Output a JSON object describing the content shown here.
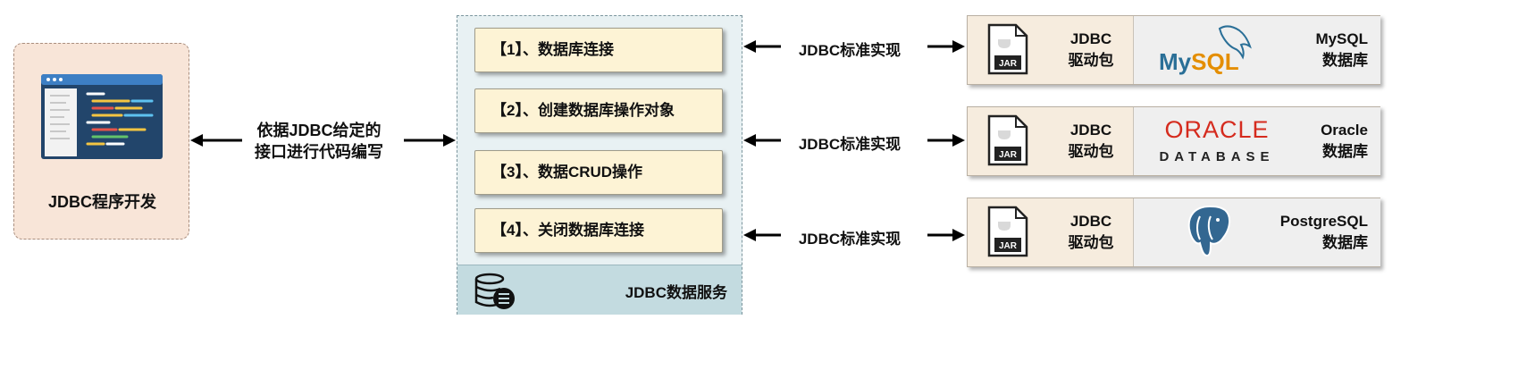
{
  "dev": {
    "label": "JDBC程序开发",
    "arrow_text_line1": "依据JDBC给定的",
    "arrow_text_line2": "接口进行代码编写"
  },
  "service": {
    "steps": [
      "【1】、数据库连接",
      "【2】、创建数据库操作对象",
      "【3】、数据CRUD操作",
      "【4】、关闭数据库连接"
    ],
    "label": "JDBC数据服务"
  },
  "implementations": [
    {
      "impl_label": "JDBC标准实现",
      "driver_line1": "JDBC",
      "driver_line2": "驱动包",
      "jar_text": "JAR",
      "db_line1": "MySQL",
      "db_line2": "数据库",
      "logo": "mysql-logo",
      "logo_text": "MySQL"
    },
    {
      "impl_label": "JDBC标准实现",
      "driver_line1": "JDBC",
      "driver_line2": "驱动包",
      "jar_text": "JAR",
      "db_line1": "Oracle",
      "db_line2": "数据库",
      "logo": "oracle-logo",
      "logo_text": "ORACLE",
      "logo_subtext": "DATABASE"
    },
    {
      "impl_label": "JDBC标准实现",
      "driver_line1": "JDBC",
      "driver_line2": "驱动包",
      "jar_text": "JAR",
      "db_line1": "PostgreSQL",
      "db_line2": "数据库",
      "logo": "postgresql-elephant-logo"
    }
  ],
  "colors": {
    "dev_bg": "#f8e5d8",
    "service_bg": "#e8f1f3",
    "step_bg": "#fdf3d5",
    "service_band": "#c3dbe0",
    "card_bg": "#f6ecde",
    "mysql_blue": "#2a6f97",
    "mysql_orange": "#e48e00",
    "oracle_red": "#d52b1e",
    "postgres_blue": "#336791"
  }
}
